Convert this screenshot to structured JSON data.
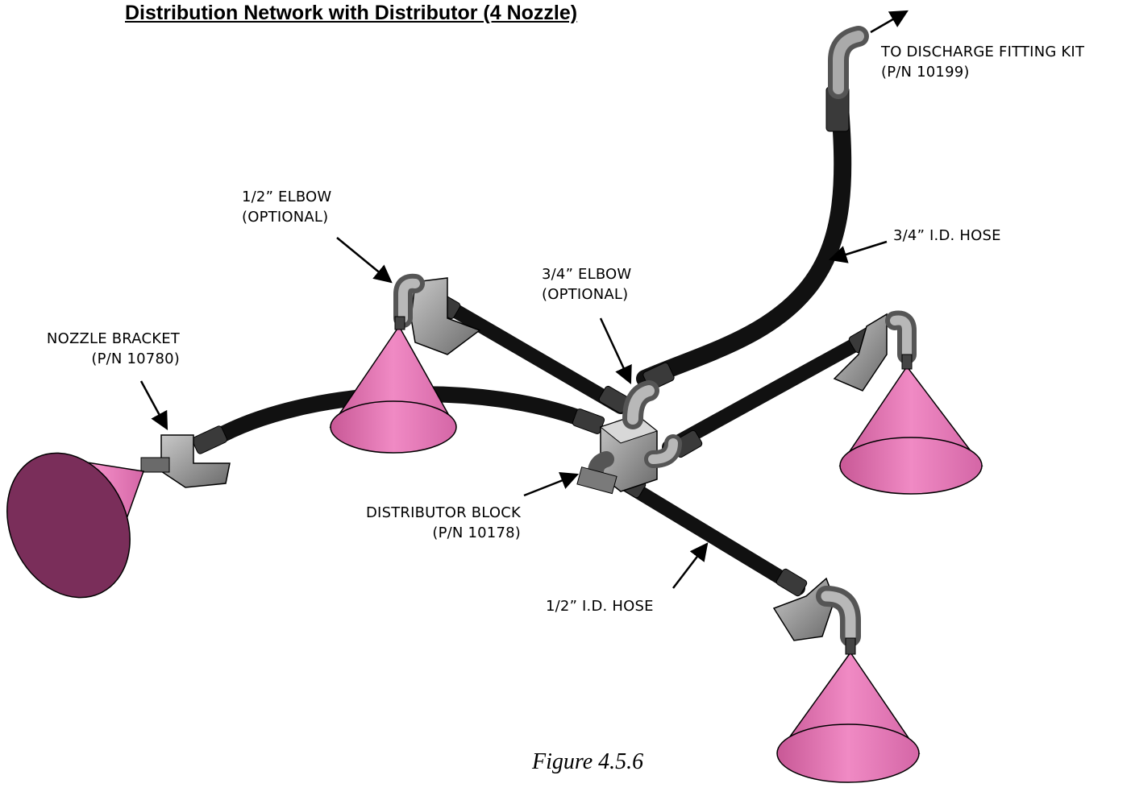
{
  "title": "Distribution Network with Distributor (4 Nozzle)",
  "caption": "Figure 4.5.6",
  "labels": {
    "discharge_fitting": {
      "line1": "TO DISCHARGE FITTING KIT",
      "line2": "(P/N 10199)"
    },
    "elbow_half": {
      "line1": "1/2” ELBOW",
      "line2": "(OPTIONAL)"
    },
    "hose_three_quarter": {
      "line1": "3/4” I.D. HOSE"
    },
    "elbow_three_quarter": {
      "line1": "3/4” ELBOW",
      "line2": "(OPTIONAL)"
    },
    "nozzle_bracket": {
      "line1": "NOZZLE BRACKET",
      "line2": "(P/N 10780)"
    },
    "distributor_block": {
      "line1": "DISTRIBUTOR BLOCK",
      "line2": "(P/N 10178)"
    },
    "hose_half": {
      "line1": "1/2” I.D. HOSE"
    }
  },
  "colors": {
    "nozzle_pink": "#e878b8",
    "nozzle_dark": "#8a3a6a",
    "hose": "#111111",
    "fitting_gray": "#8a8a8a",
    "bracket_gray": "#9a9a9a"
  }
}
